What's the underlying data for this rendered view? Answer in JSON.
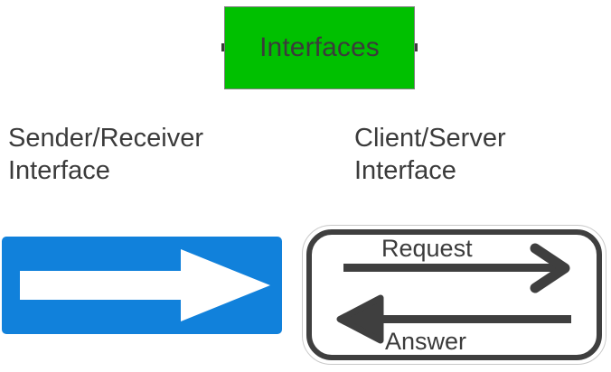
{
  "diagram": {
    "title_node": {
      "label": "Interfaces",
      "fill": "#00c000",
      "border": "#7f7f7f",
      "text_color": "#3b3b3b",
      "ports": [
        "left-connection-point",
        "right-connection-point"
      ]
    },
    "branches": [
      {
        "id": "sender-receiver",
        "caption": "Sender/Receiver\nInterface",
        "shape": {
          "kind": "blue-arrow-block",
          "fill": "#1181db",
          "arrow_fill": "#ffffff",
          "arrow_direction": "right"
        }
      },
      {
        "id": "client-server",
        "caption": "Client/Server\nInterface",
        "shape": {
          "kind": "double-border-rounded-box",
          "outer_border": "#c9c9c9",
          "inner_border": "#3f3f3f",
          "fill": "#ffffff",
          "flows": [
            {
              "label": "Request",
              "direction": "right",
              "arrowhead": "chevron"
            },
            {
              "label": "Answer",
              "direction": "left",
              "arrowhead": "solid-triangle"
            }
          ]
        }
      }
    ],
    "palette": {
      "green": "#00c000",
      "blue": "#1181db",
      "dark_gray": "#3f3f3f",
      "text": "#3b3b3b",
      "background": "#ffffff"
    }
  }
}
